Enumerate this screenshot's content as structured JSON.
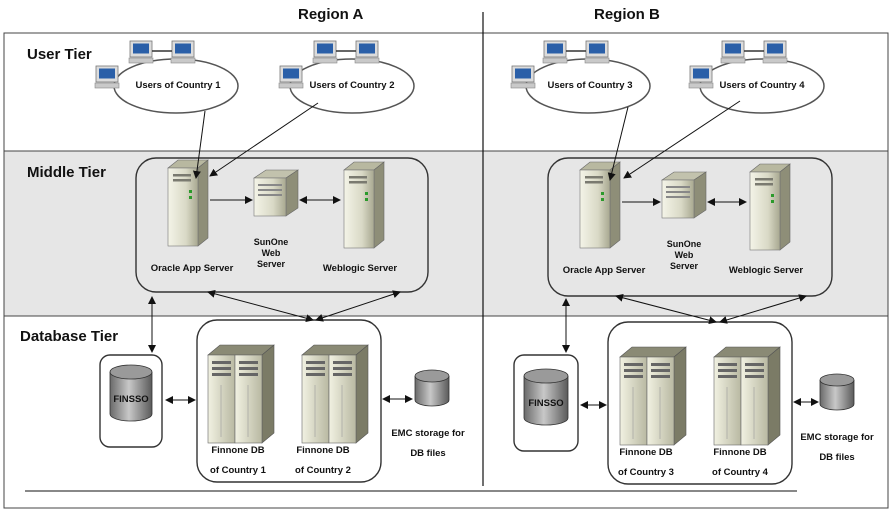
{
  "regions": {
    "a": "Region A",
    "b": "Region B"
  },
  "tiers": {
    "user": "User Tier",
    "middle": "Middle Tier",
    "database": "Database Tier"
  },
  "users": [
    "Users of Country 1",
    "Users of Country 2",
    "Users of Country 3",
    "Users of Country 4"
  ],
  "middle": {
    "app_server": "Oracle App Server",
    "web_server": [
      "SunOne",
      "Web",
      "Server"
    ],
    "weblogic": "Weblogic Server"
  },
  "database": {
    "finsso": "FINSSO",
    "db_prefix": "Finnone DB",
    "db_countries": [
      "of Country 1",
      "of Country 2",
      "of Country 3",
      "of Country 4"
    ],
    "emc": [
      "EMC storage for",
      "DB files"
    ]
  },
  "icons": {
    "workstation": "computer-icon",
    "server_tower": "server-tower-icon",
    "web_server": "web-server-icon",
    "db_cabinet": "database-cabinet-icon",
    "storage": "storage-cylinder-icon"
  },
  "colors": {
    "middle_band": "#e6e6e6",
    "border": "#333333"
  }
}
